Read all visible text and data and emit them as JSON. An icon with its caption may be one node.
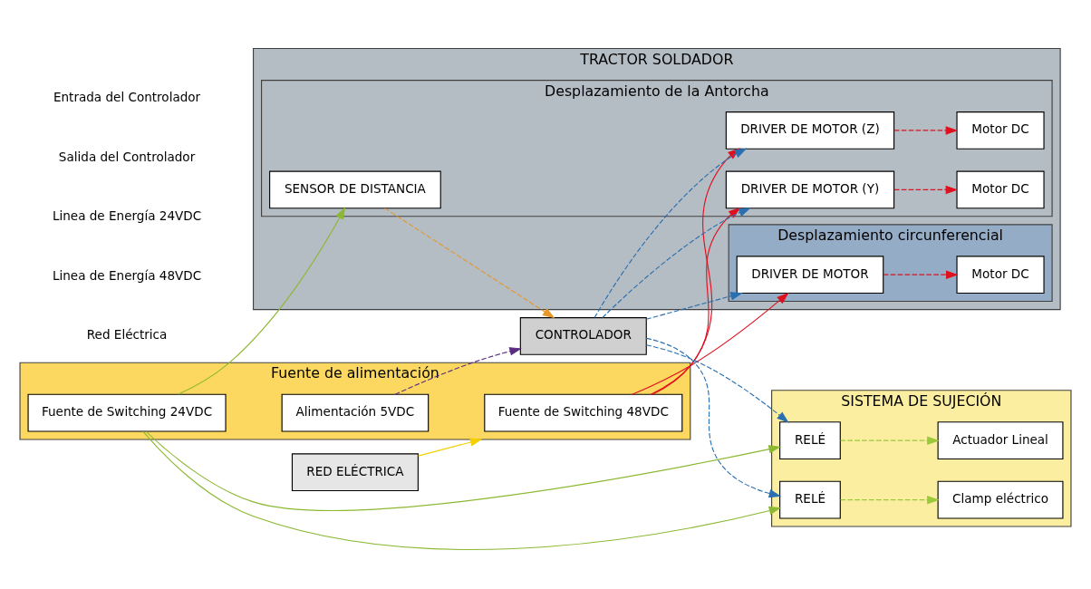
{
  "diagram": {
    "nodes": [
      {
        "text": [
          "TRACTOR SOLDADOR"
        ]
      },
      {
        "text": [
          "Desplazamiento circunferencial"
        ],
        "in": 0
      },
      {
        "text": [
          "Motor DC"
        ],
        "in": 1
      },
      {
        "text": [
          "DRIVER DE MOTOR"
        ],
        "in": 1
      },
      {
        "text": [
          "Desplazamiento de la Antorcha"
        ],
        "in": 0
      },
      {
        "text": [
          "Motor DC"
        ],
        "in": 4
      },
      {
        "text": [
          "DRIVER DE MOTOR (Z)"
        ],
        "in": 4
      },
      {
        "text": [
          "Motor DC"
        ],
        "in": 4
      },
      {
        "text": [
          "DRIVER DE MOTOR (Y)"
        ],
        "in": 4
      },
      {
        "text": [
          "SENSOR DE DISTANCIA"
        ],
        "in": 4
      },
      {
        "text": [
          "RED ELÉCTRICA"
        ]
      },
      {
        "text": [
          "Fuente de alimentación"
        ]
      },
      {
        "text": [
          "Fuente de Switching 48VDC"
        ],
        "in": 11
      },
      {
        "text": [
          "Fuente de Switching 24VDC"
        ],
        "in": 11
      },
      {
        "text": [
          "Alimentación 5VDC"
        ],
        "in": 11
      },
      {
        "text": [
          "CONTROLADOR"
        ]
      },
      {
        "text": [
          "SISTEMA DE SUJECIÓN"
        ]
      },
      {
        "text": [
          "RELÉ"
        ],
        "in": 16
      },
      {
        "text": [
          "Actuador Lineal"
        ],
        "in": 16
      },
      {
        "text": [
          "RELÉ"
        ],
        "in": 16
      },
      {
        "text": [
          "Clamp eléctrico"
        ],
        "in": 16
      }
    ],
    "edges": [
      {
        "from": 10,
        "to": 11,
        "arrow": "to",
        "color": "#f2d000"
      },
      {
        "from": 12,
        "to": 3,
        "arrow": "to",
        "color": "#e0101e"
      },
      {
        "from": 12,
        "to": 6,
        "arrow": "to",
        "color": "#e0101e"
      },
      {
        "from": 12,
        "to": 8,
        "arrow": "to",
        "color": "#e0101e"
      },
      {
        "from": 15,
        "to": 3,
        "arrow": "to",
        "style": "dashed",
        "color": "#2a6fb0"
      },
      {
        "from": 15,
        "to": 6,
        "arrow": "to",
        "style": "dashed",
        "color": "#2a6fb0"
      },
      {
        "from": 15,
        "to": 8,
        "arrow": "to",
        "style": "dashed",
        "color": "#2a6fb0"
      },
      {
        "from": 15,
        "to": 17,
        "arrow": "to",
        "style": "dashed",
        "color": "#2a6fb0"
      },
      {
        "from": 15,
        "to": 19,
        "arrow": "to",
        "style": "dashed",
        "color": "#2a6fb0"
      },
      {
        "from": 13,
        "to": 9,
        "arrow": "to",
        "color": "#8cb832"
      },
      {
        "from": 13,
        "to": 17,
        "arrow": "to",
        "color": "#8cb832"
      },
      {
        "from": 13,
        "to": 19,
        "arrow": "to",
        "color": "#8cb832"
      },
      {
        "from": 14,
        "to": 15,
        "arrow": "to",
        "style": "dashed",
        "color": "#5a2d82"
      },
      {
        "from": 9,
        "to": 15,
        "arrow": "to",
        "style": "dashed",
        "color": "#e8962a"
      },
      {
        "from": 3,
        "to": 2,
        "arrow": "to",
        "style": "dashed",
        "color": "#e0101e"
      },
      {
        "from": 6,
        "to": 5,
        "arrow": "to",
        "style": "dashed",
        "color": "#e0101e"
      },
      {
        "from": 8,
        "to": 7,
        "arrow": "to",
        "style": "dashed",
        "color": "#e0101e"
      },
      {
        "from": 17,
        "to": 18,
        "arrow": "to",
        "style": "dashed",
        "color": "#9cc83c"
      },
      {
        "from": 19,
        "to": 20,
        "arrow": "to",
        "style": "dashed",
        "color": "#9cc83c"
      }
    ],
    "legend": [
      {
        "text": "Entrada del Controlador"
      },
      {
        "text": "Salida del Controlador"
      },
      {
        "text": "Linea de Energía 24VDC"
      },
      {
        "text": "Linea de Energía 48VDC"
      },
      {
        "text": "Red Eléctrica"
      }
    ]
  }
}
